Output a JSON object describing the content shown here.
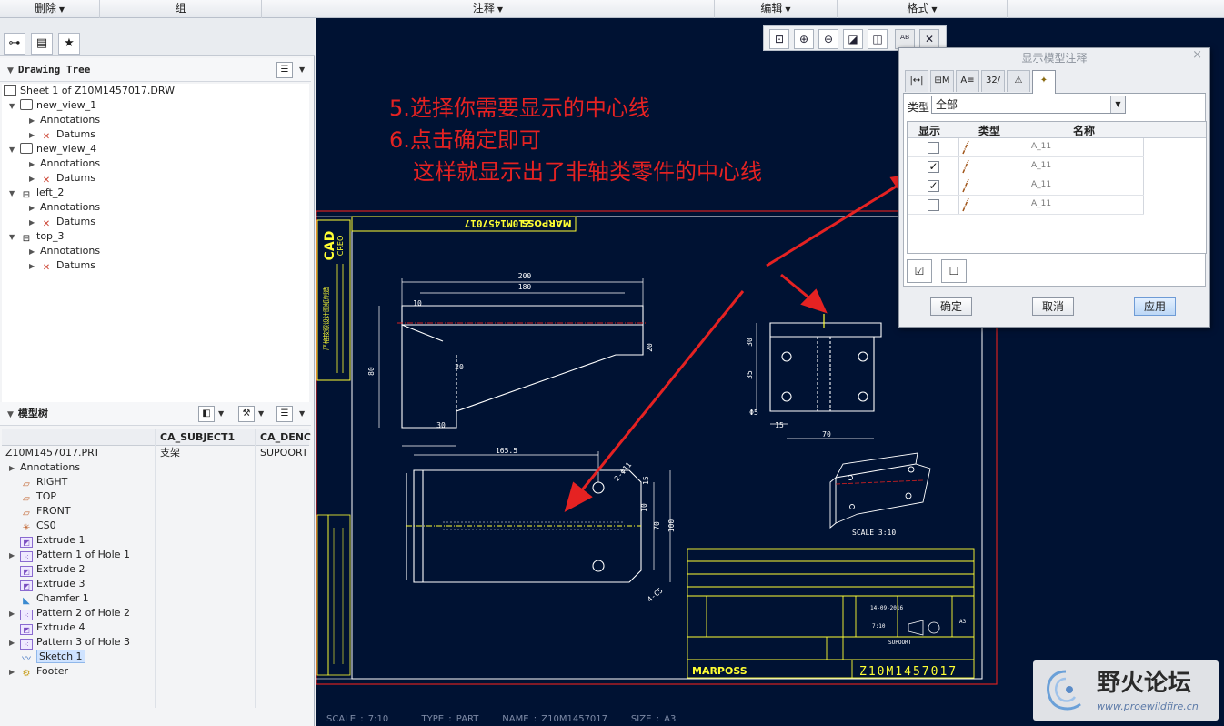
{
  "ribbon": {
    "groups": [
      "删除",
      "组",
      "注释",
      "编辑",
      "格式"
    ],
    "carets": [
      true,
      false,
      true,
      true,
      true
    ]
  },
  "drawing_tree": {
    "title": "Drawing Tree",
    "items": [
      {
        "label": "Sheet 1 of Z10M1457017.DRW",
        "level": 0,
        "icon": "sheet-icon",
        "expander": ""
      },
      {
        "label": "new_view_1",
        "level": 1,
        "icon": "view-icon",
        "expander": "▼"
      },
      {
        "label": "Annotations",
        "level": 2,
        "icon": "",
        "expander": "▶"
      },
      {
        "label": "Datums",
        "level": 2,
        "icon": "datum-icon",
        "expander": "▶"
      },
      {
        "label": "new_view_4",
        "level": 1,
        "icon": "view-icon",
        "expander": "▼"
      },
      {
        "label": "Annotations",
        "level": 2,
        "icon": "",
        "expander": "▶"
      },
      {
        "label": "Datums",
        "level": 2,
        "icon": "datum-icon",
        "expander": "▶"
      },
      {
        "label": "left_2",
        "level": 1,
        "icon": "projection-view-icon",
        "expander": "▼"
      },
      {
        "label": "Annotations",
        "level": 2,
        "icon": "",
        "expander": "▶"
      },
      {
        "label": "Datums",
        "level": 2,
        "icon": "datum-icon",
        "expander": "▶"
      },
      {
        "label": "top_3",
        "level": 1,
        "icon": "projection-view-icon",
        "expander": "▼"
      },
      {
        "label": "Annotations",
        "level": 2,
        "icon": "",
        "expander": "▶"
      },
      {
        "label": "Datums",
        "level": 2,
        "icon": "datum-icon",
        "expander": "▶"
      }
    ]
  },
  "model_tree": {
    "title": "模型树",
    "columns": [
      "CA_SUBJECT1",
      "CA_DENC"
    ],
    "root": {
      "label": "Z10M1457017.PRT",
      "col1": "支架",
      "col2": "SUPOORT"
    },
    "items": [
      {
        "label": "Annotations",
        "icon": "",
        "expander": "▶"
      },
      {
        "label": "RIGHT",
        "icon": "datum-plane-icon",
        "expander": ""
      },
      {
        "label": "TOP",
        "icon": "datum-plane-icon",
        "expander": ""
      },
      {
        "label": "FRONT",
        "icon": "datum-plane-icon",
        "expander": ""
      },
      {
        "label": "CS0",
        "icon": "csys-icon",
        "expander": ""
      },
      {
        "label": "Extrude 1",
        "icon": "extrude-icon",
        "expander": ""
      },
      {
        "label": "Pattern 1 of Hole 1",
        "icon": "pattern-icon",
        "expander": "▶"
      },
      {
        "label": "Extrude 2",
        "icon": "extrude-icon",
        "expander": ""
      },
      {
        "label": "Extrude 3",
        "icon": "extrude-icon",
        "expander": ""
      },
      {
        "label": "Chamfer 1",
        "icon": "chamfer-icon",
        "expander": ""
      },
      {
        "label": "Pattern 2 of Hole 2",
        "icon": "pattern-icon",
        "expander": "▶"
      },
      {
        "label": "Extrude 4",
        "icon": "extrude-icon",
        "expander": ""
      },
      {
        "label": "Pattern 3 of Hole 3",
        "icon": "pattern-icon",
        "expander": "▶"
      },
      {
        "label": "Sketch 1",
        "icon": "sketch-icon",
        "expander": "",
        "selected": true
      },
      {
        "label": "Footer",
        "icon": "footer-icon",
        "expander": "▶"
      }
    ]
  },
  "instructions": [
    "5.选择你需要显示的中心线",
    "6.点击确定即可",
    "这样就显示出了非轴类零件的中心线"
  ],
  "drawing": {
    "marposs_top": "MARPOSS",
    "drawing_number": "Z10M1457017",
    "cad_stamp": "CAD",
    "creo_stamp": "CREO",
    "side_note": "严格按照设计图纸制造",
    "dims": [
      "200",
      "180",
      "10",
      "20",
      "80",
      "20",
      "30",
      "165.5",
      "2-Φ11",
      "15",
      "10",
      "70",
      "100",
      "4-C5",
      "30",
      "35",
      "15",
      "70",
      "Φ5"
    ],
    "scale_note": "SCALE 3:10",
    "title_block_name": "SUPOORT",
    "title_block_date": "14-09-2016",
    "title_block_scale": "7:10",
    "title_block_size": "A3"
  },
  "dialog": {
    "title": "显示模型注释",
    "close": "×",
    "tabs": [
      "|↔|",
      "⊞M",
      "A≡",
      "32/",
      "⚠",
      "✦"
    ],
    "type_label": "类型",
    "type_value": "全部",
    "columns": [
      "显示",
      "类型",
      "名称"
    ],
    "rows": [
      {
        "checked": false,
        "name": "A_11"
      },
      {
        "checked": true,
        "name": "A_11"
      },
      {
        "checked": true,
        "name": "A_11"
      },
      {
        "checked": false,
        "name": "A_11"
      }
    ],
    "select_all_icon": "select-all-icon",
    "deselect_all_icon": "deselect-all-icon",
    "ok": "确定",
    "cancel": "取消",
    "apply": "应用"
  },
  "status_bar": {
    "scale": "SCALE : 7:10",
    "type": "TYPE : PART",
    "name": "NAME : Z10M1457017",
    "size": "SIZE : A3"
  },
  "watermark": {
    "title": "野火论坛",
    "url": "www.proewildfire.cn"
  },
  "colors": {
    "canvas_bg": "#001233",
    "drawing_line": "#ffffff",
    "border_red": "#d42020",
    "title_yellow": "#ffff33",
    "instruction_red": "#e52222",
    "selection": "#cfe3ff"
  }
}
